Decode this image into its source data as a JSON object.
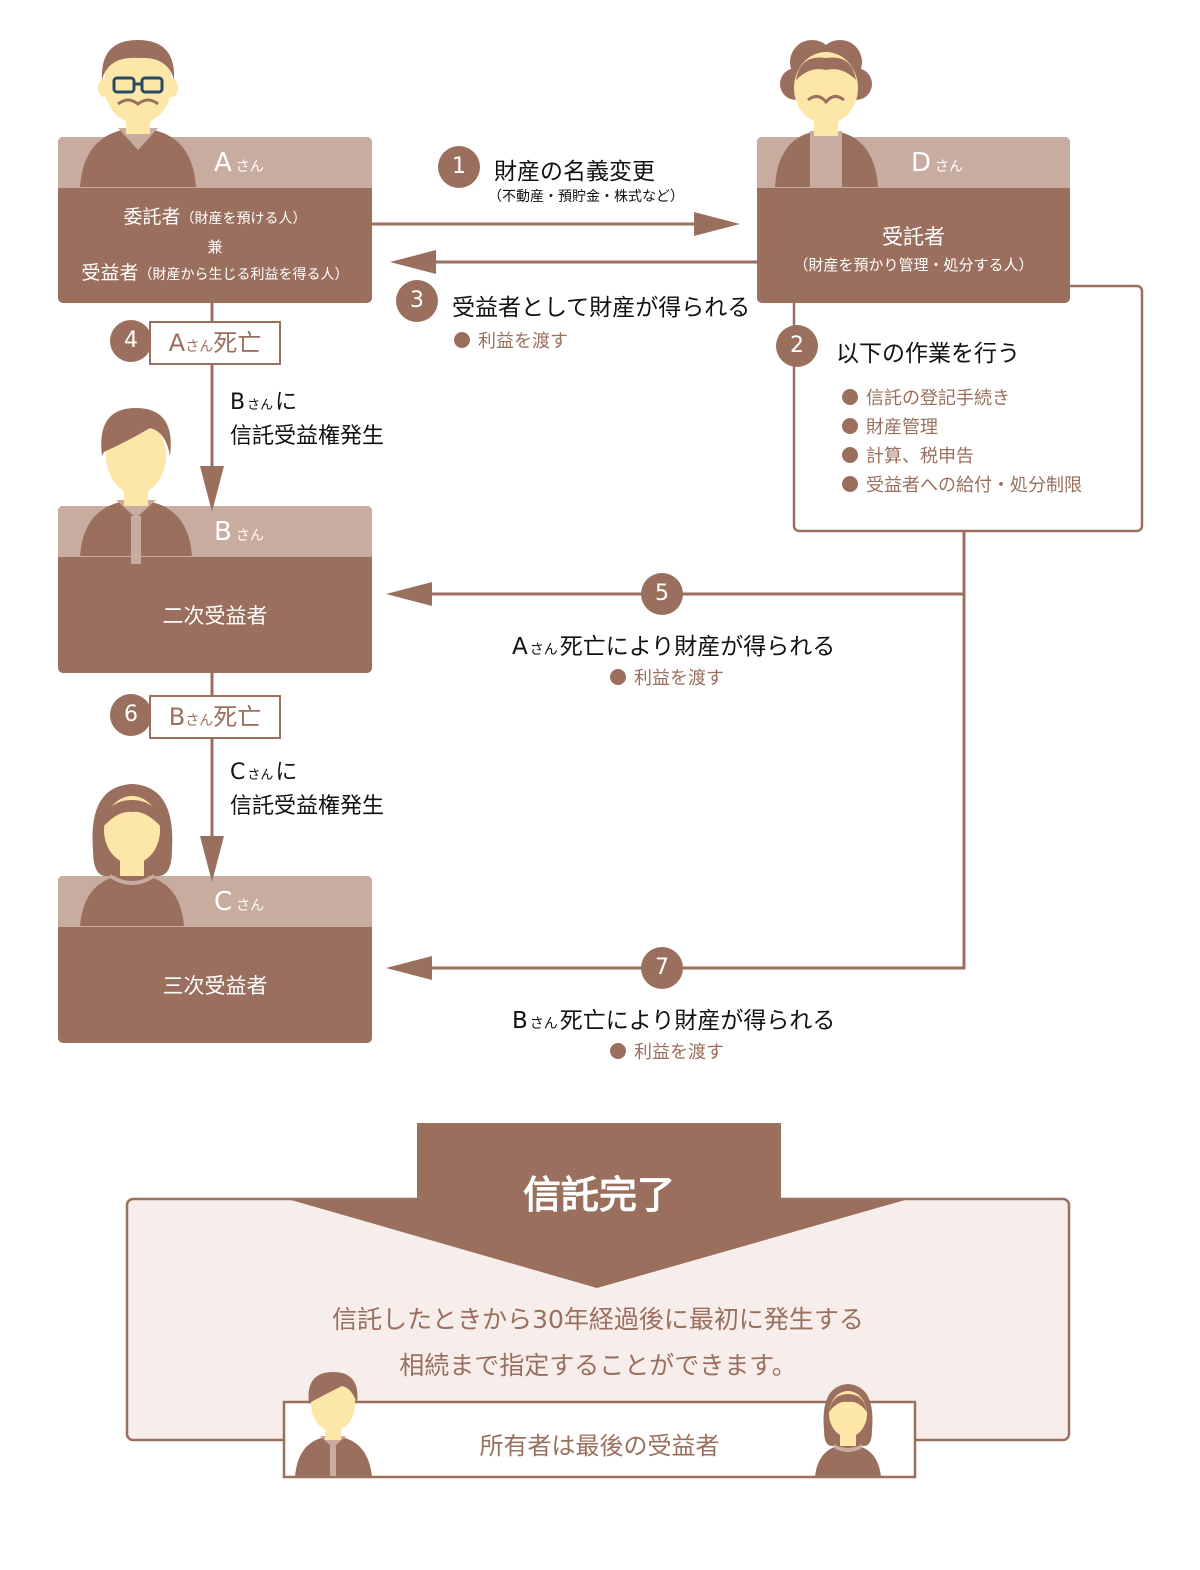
{
  "colors": {
    "brown": "#9b6f5d",
    "brown_light": "#c9aca0",
    "panel_bg": "#f7eeeb",
    "skin": "#fde7a8",
    "hair": "#9b6f5d"
  },
  "person_a": {
    "name": "A",
    "honorific": "さん",
    "role1": "委託者",
    "role1_note": "（財産を預ける人）",
    "joiner": "兼",
    "role2": "受益者",
    "role2_note": "（財産から生じる利益を得る人）"
  },
  "person_d": {
    "name": "D",
    "honorific": "さん",
    "role": "受託者",
    "role_note": "（財産を預かり管理・処分する人）"
  },
  "person_b": {
    "name": "B",
    "honorific": "さん",
    "role": "二次受益者"
  },
  "person_c": {
    "name": "C",
    "honorific": "さん",
    "role": "三次受益者"
  },
  "step1": {
    "num": "1",
    "title": "財産の名義変更",
    "note": "（不動産・預貯金・株式など）"
  },
  "step2": {
    "num": "2",
    "title": "以下の作業を行う",
    "items": [
      "信託の登記手続き",
      "財産管理",
      "計算、税申告",
      "受益者への給付・処分制限"
    ]
  },
  "step3": {
    "num": "3",
    "title": "受益者として財産が得られる",
    "note": "利益を渡す"
  },
  "step4": {
    "num": "4",
    "death_name": "A",
    "death_hon": "さん",
    "death_word": "死亡",
    "line1_name": "B",
    "line1_hon": "さん",
    "line1_rest": "に",
    "line2": "信託受益権発生"
  },
  "step5": {
    "num": "5",
    "name": "A",
    "hon": "さん",
    "title": "死亡により財産が得られる",
    "note": "利益を渡す"
  },
  "step6": {
    "num": "6",
    "death_name": "B",
    "death_hon": "さん",
    "death_word": "死亡",
    "line1_name": "C",
    "line1_hon": "さん",
    "line1_rest": "に",
    "line2": "信託受益権発生"
  },
  "step7": {
    "num": "7",
    "name": "B",
    "hon": "さん",
    "title": "死亡により財産が得られる",
    "note": "利益を渡す"
  },
  "completion": {
    "title": "信託完了",
    "line1": "信託したときから30年経過後に最初に発生する",
    "line2": "相続まで指定することができます。",
    "owner_label": "所有者は最後の受益者"
  }
}
